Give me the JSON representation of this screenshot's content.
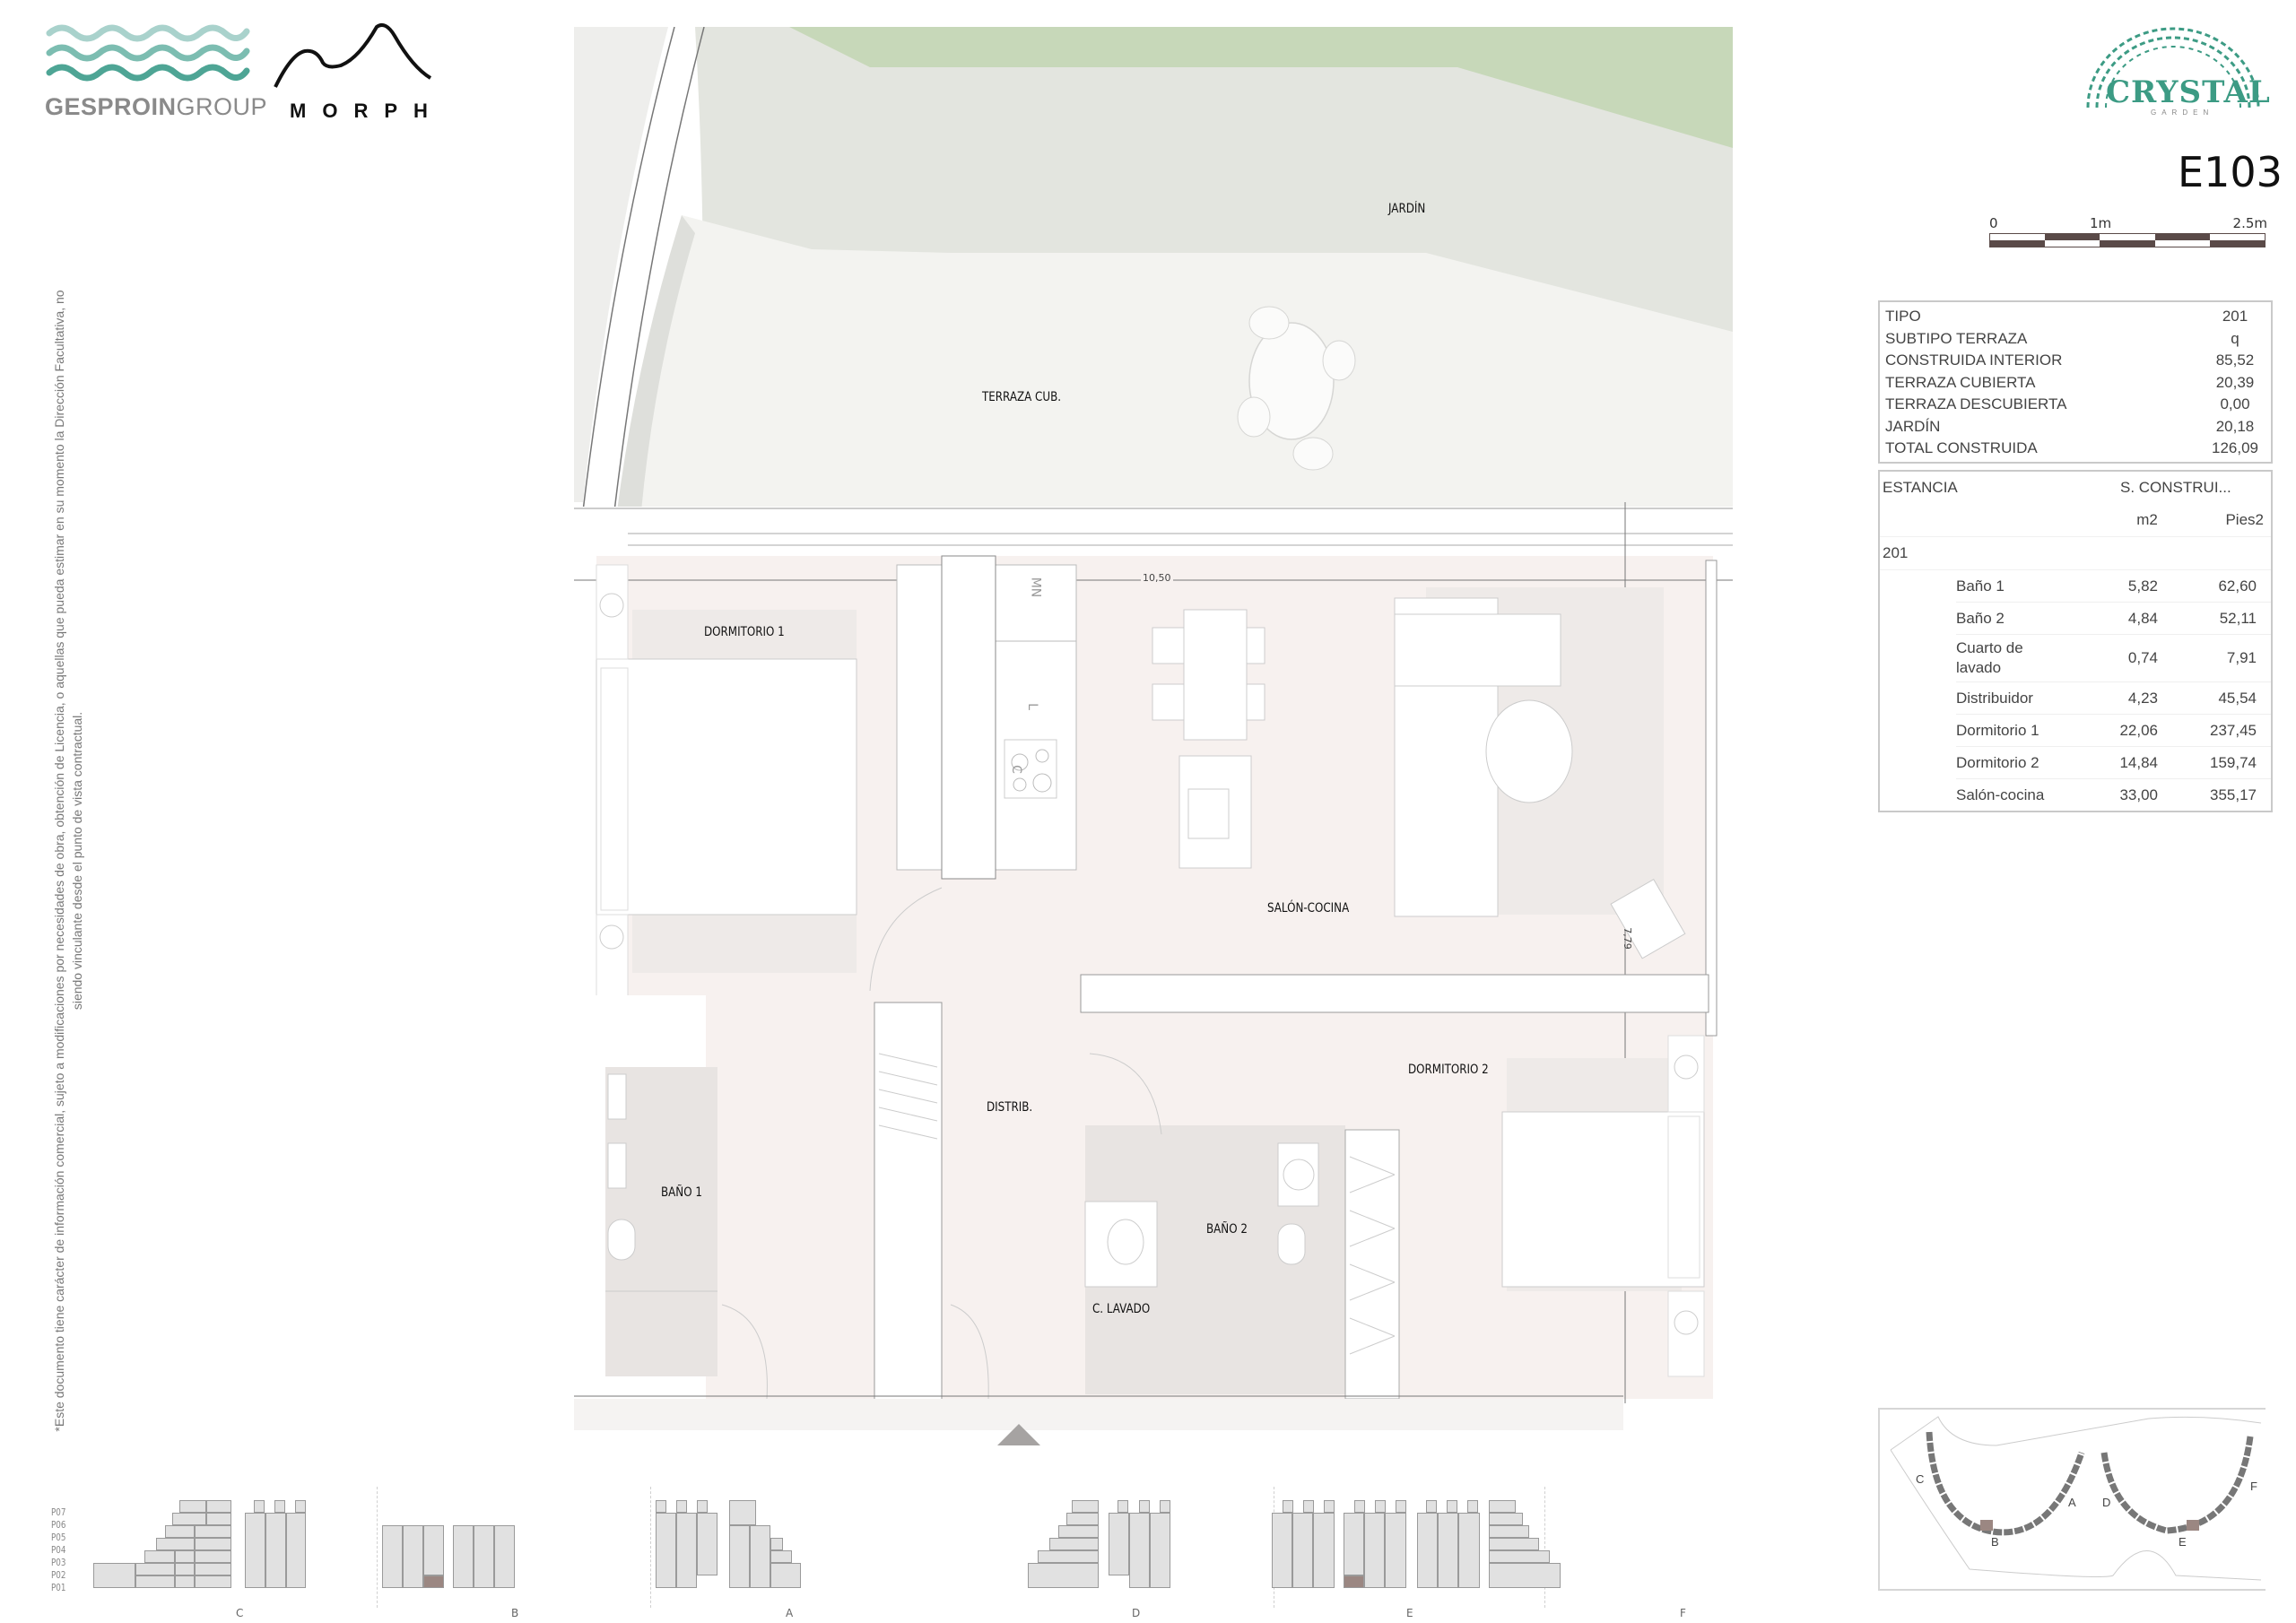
{
  "header": {
    "logos": {
      "gesproin": {
        "text_bold": "GESPROIN",
        "text_light": "GROUP",
        "wave_colors": [
          "#a9d2cc",
          "#7cbdb1",
          "#4ea595"
        ]
      },
      "morph": {
        "text": "MORPH"
      },
      "crystal": {
        "text": "CRYSTAL",
        "subtext": "GARDEN",
        "color": "#3c9b84"
      }
    },
    "unit_code": "E103"
  },
  "scale_bar": {
    "labels": [
      "0",
      "1m",
      "2.5m"
    ]
  },
  "summary": {
    "rows": [
      {
        "label": "TIPO",
        "value": "201"
      },
      {
        "label": "SUBTIPO TERRAZA",
        "value": "q"
      },
      {
        "label": "CONSTRUIDA INTERIOR",
        "value": "85,52"
      },
      {
        "label": "TERRAZA CUBIERTA",
        "value": "20,39"
      },
      {
        "label": "TERRAZA DESCUBIERTA",
        "value": "0,00"
      },
      {
        "label": "JARDÍN",
        "value": "20,18"
      },
      {
        "label": "TOTAL CONSTRUIDA",
        "value": "126,09"
      }
    ]
  },
  "rooms": {
    "header_left": "ESTANCIA",
    "header_right": "S. CONSTRUI...",
    "col_m2": "m2",
    "col_ft": "Pies2",
    "group": "201",
    "rows": [
      {
        "name": "Baño 1",
        "m2": "5,82",
        "ft2": "62,60"
      },
      {
        "name": "Baño 2",
        "m2": "4,84",
        "ft2": "52,11"
      },
      {
        "name": "Cuarto de lavado",
        "m2": "0,74",
        "ft2": "7,91"
      },
      {
        "name": "Distribuidor",
        "m2": "4,23",
        "ft2": "45,54"
      },
      {
        "name": "Dormitorio 1",
        "m2": "22,06",
        "ft2": "237,45"
      },
      {
        "name": "Dormitorio 2",
        "m2": "14,84",
        "ft2": "159,74"
      },
      {
        "name": "Salón-cocina",
        "m2": "33,00",
        "ft2": "355,17"
      }
    ]
  },
  "plan": {
    "labels": {
      "jardin": "JARDÍN",
      "terraza": "TERRAZA CUB.",
      "dormitorio1": "DORMITORIO 1",
      "salon": "SALÓN-COCINA",
      "dormitorio2": "DORMITORIO 2",
      "distrib": "DISTRIB.",
      "bano1": "BAÑO 1",
      "bano2": "BAÑO 2",
      "lavado": "C. LAVADO"
    },
    "appliance_labels": {
      "washer": "MN",
      "fridge": "L",
      "cooktop": "C"
    },
    "dimensions": {
      "width": "10,50",
      "depth": "7,79"
    },
    "colors": {
      "garden_green": "#c7d8b9",
      "garden_grey": "#e3e5df",
      "terrace": "#f2f2ef",
      "interior": "#f7f1ef",
      "bath": "#e8e4e2",
      "wall": "#ffffff"
    }
  },
  "disclaimer": {
    "line1": "*Este documento tiene carácter de información comercial, sujeto a modificaciones por necesidades de obra, obtención de Licencia, o aquellas que pueda estimar en su momento la Dirección Facultativa, no",
    "line2": "siendo vinculante desde el punto de vista contractual."
  },
  "elevation": {
    "floors": [
      "P07",
      "P06",
      "P05",
      "P04",
      "P03",
      "P02",
      "P01"
    ],
    "blocks": [
      "C",
      "B",
      "A",
      "D",
      "E",
      "F"
    ],
    "highlight_color": "#9b8782",
    "cell_color": "#e1e1e1"
  },
  "keyplan": {
    "letters": [
      "C",
      "B",
      "A",
      "D",
      "E",
      "F"
    ]
  }
}
